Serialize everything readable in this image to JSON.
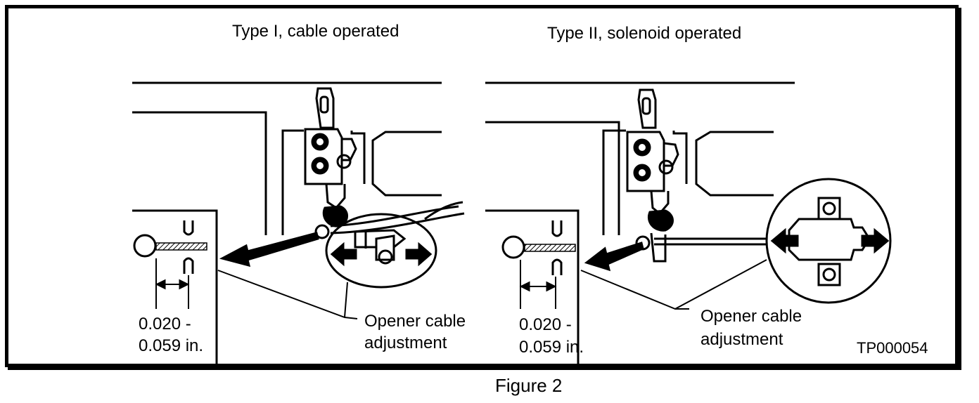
{
  "panels": [
    {
      "title": "Type I, cable operated",
      "gap_line1": "0.020 -",
      "gap_line2": "0.059 in.",
      "callout_line1": "Opener cable",
      "callout_line2": "adjustment"
    },
    {
      "title": "Type II, solenoid operated",
      "gap_line1": "0.020 -",
      "gap_line2": "0.059 in.",
      "callout_line1": "Opener cable",
      "callout_line2": "adjustment"
    }
  ],
  "drawing_id": "TP000054",
  "figure_caption": "Figure 2"
}
